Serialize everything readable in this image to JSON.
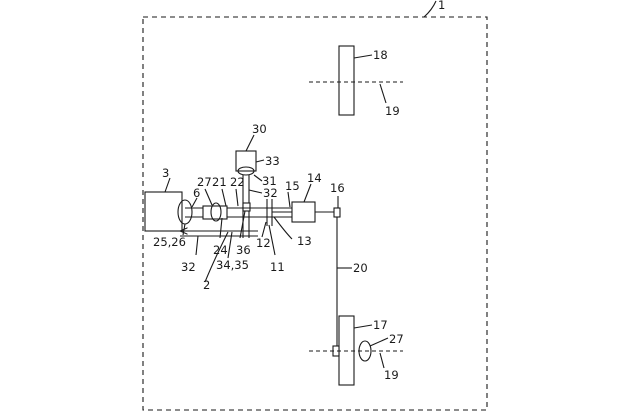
{
  "labels": {
    "l1": "1",
    "l18": "18",
    "l19a": "19",
    "l30": "30",
    "l33": "33",
    "l3": "3",
    "l27a": "27",
    "l21": "21",
    "l22": "22",
    "l31": "31",
    "l6": "6",
    "l32a": "32",
    "l15": "15",
    "l14": "14",
    "l16": "16",
    "l25_26": "25,26",
    "l24": "24",
    "l36": "36",
    "l12": "12",
    "l13": "13",
    "l32b": "32",
    "l34_35": "34,35",
    "l11": "11",
    "l2": "2",
    "l20": "20",
    "l17": "17",
    "l27b": "27",
    "l19b": "19"
  }
}
